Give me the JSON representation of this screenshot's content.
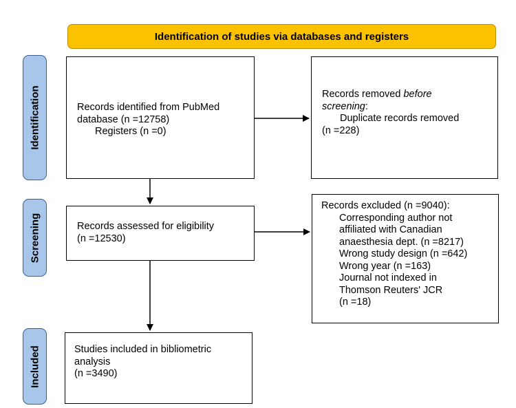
{
  "banner": {
    "title": "Identification of studies via databases and registers"
  },
  "phases": {
    "identification": "Identification",
    "screening": "Screening",
    "included": "Included"
  },
  "identification": {
    "left": {
      "line1": "Records identified from PubMed",
      "line2": "database (n =12758)",
      "line3": "Registers (n =0)"
    },
    "right": {
      "line1a": "Records removed ",
      "line1b": "before",
      "line2a": "screening",
      "line2b": ":",
      "line3": "Duplicate records removed",
      "line4": "(n =228)"
    }
  },
  "screening": {
    "left": {
      "line1": "Records assessed for eligibility",
      "line2": "(n =12530)"
    },
    "right": {
      "title": "Records excluded (n =9040):",
      "items": [
        "Corresponding author not",
        "affiliated with Canadian",
        "anaesthesia dept. (n =8217)",
        "Wrong study design (n =642)",
        "Wrong year (n =163)",
        "Journal not indexed in",
        "Thomson Reuters' JCR",
        "(n =18)"
      ]
    }
  },
  "included": {
    "box": {
      "line1": "Studies included in bibliometric",
      "line2": "analysis",
      "line3": "(n =3490)"
    }
  }
}
